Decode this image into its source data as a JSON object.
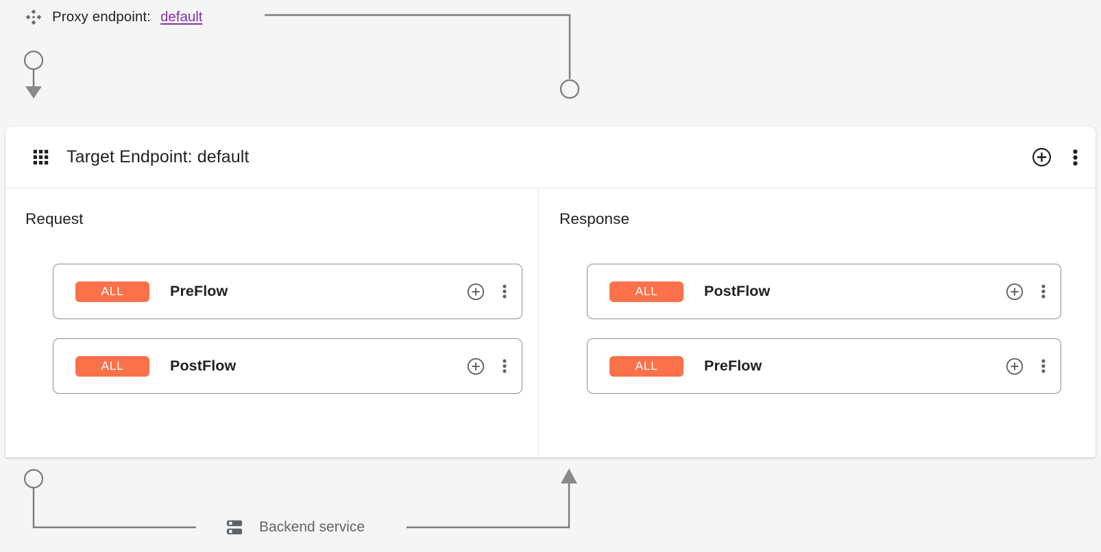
{
  "page": {
    "background_color": "#f5f5f5",
    "accent_color": "#fb7149",
    "link_color": "#8430a8"
  },
  "proxy_endpoint": {
    "icon": "proxy-endpoint-diamond-icon",
    "label": "Proxy endpoint:",
    "value": "default"
  },
  "target_endpoint_card": {
    "icon": "grid-apps-icon",
    "title": "Target Endpoint: default",
    "actions": [
      {
        "name": "add-icon",
        "glyph": "plus-circle"
      },
      {
        "name": "more-options-icon",
        "glyph": "vertical-dots"
      }
    ],
    "columns": [
      {
        "heading": "Request",
        "direction": "down",
        "flows": [
          {
            "badge": "ALL",
            "name": "PreFlow",
            "add_label": "add-icon",
            "more_label": "more-options-icon"
          },
          {
            "badge": "ALL",
            "name": "PostFlow",
            "add_label": "add-icon",
            "more_label": "more-options-icon"
          }
        ]
      },
      {
        "heading": "Response",
        "direction": "up",
        "flows": [
          {
            "badge": "ALL",
            "name": "PostFlow",
            "add_label": "add-icon",
            "more_label": "more-options-icon"
          },
          {
            "badge": "ALL",
            "name": "PreFlow",
            "add_label": "add-icon",
            "more_label": "more-options-icon"
          }
        ]
      }
    ]
  },
  "backend_service": {
    "icon": "server-icon",
    "label": "Backend service"
  }
}
